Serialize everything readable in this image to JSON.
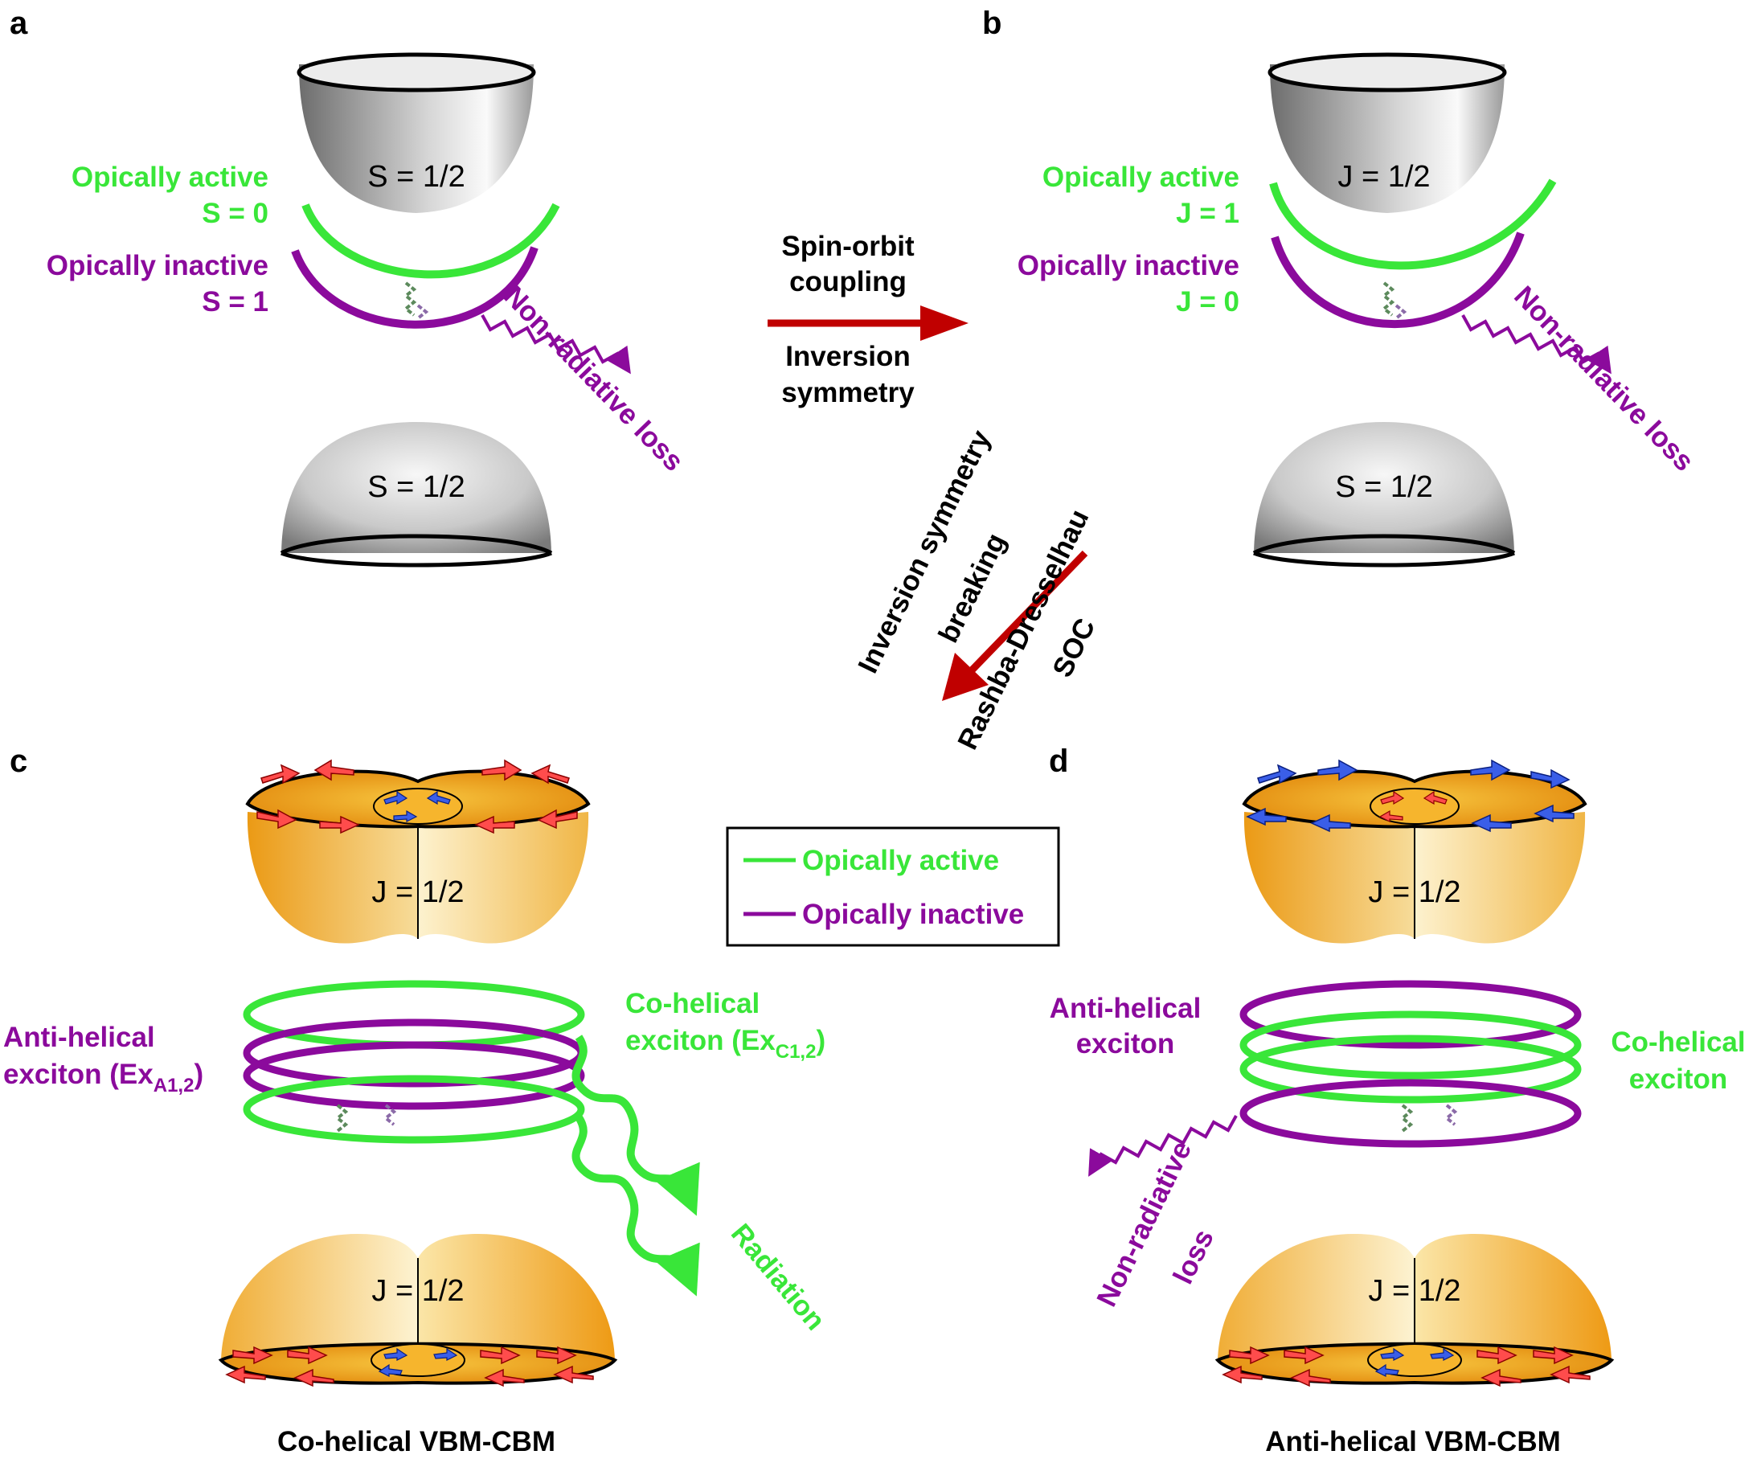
{
  "colors": {
    "green": "#39e639",
    "purple": "#8b0a9c",
    "red_arrow": "#c00000",
    "black": "#000000",
    "spin_red": "#ff4c4c",
    "spin_blue": "#3a5ee8",
    "band_grey": "#b8b8b8",
    "band_orange": "#f2a623"
  },
  "panel_labels": {
    "a": "a",
    "b": "b",
    "c": "c",
    "d": "d"
  },
  "panel_a": {
    "cb_label": "S = 1/2",
    "vb_label": "S = 1/2",
    "active_line1": "Opically active",
    "active_line2": "S = 0",
    "inactive_line1": "Opically inactive",
    "inactive_line2": "S = 1",
    "loss_label": "Non-radiative loss"
  },
  "panel_b": {
    "cb_label": "J = 1/2",
    "vb_label": "S = 1/2",
    "active_line1": "Opically active",
    "active_line2": "J = 1",
    "inactive_line1": "Opically inactive",
    "inactive_line2": "J = 0",
    "loss_label": "Non-radiative loss"
  },
  "arrow_ab": {
    "top_line1": "Spin-orbit",
    "top_line2": "coupling",
    "bottom_line1": "Inversion",
    "bottom_line2": "symmetry"
  },
  "arrow_diag": {
    "upper_line1": "Inversion symmetry",
    "upper_line2": "breaking",
    "lower_line1": "Rashba-Dresselhau",
    "lower_line2": "SOC"
  },
  "legend": {
    "active": "Opically active",
    "inactive": "Opically inactive"
  },
  "panel_c": {
    "cb_label": "J = 1/2",
    "vb_label": "J = 1/2",
    "anti_line1": "Anti-helical",
    "anti_line2": "exciton (Ex",
    "anti_sub": "A1,2",
    "anti_close": ")",
    "co_line1": "Co-helical",
    "co_line2": "exciton (Ex",
    "co_sub": "C1,2",
    "co_close": ")",
    "radiation": "Radiation",
    "caption": "Co-helical VBM-CBM"
  },
  "panel_d": {
    "cb_label": "J = 1/2",
    "vb_label": "J = 1/2",
    "anti_line1": "Anti-helical",
    "anti_line2": "exciton",
    "co_line1": "Co-helical",
    "co_line2": "exciton",
    "loss_line1": "Non-radiative",
    "loss_line2": "loss",
    "caption": "Anti-helical VBM-CBM"
  }
}
